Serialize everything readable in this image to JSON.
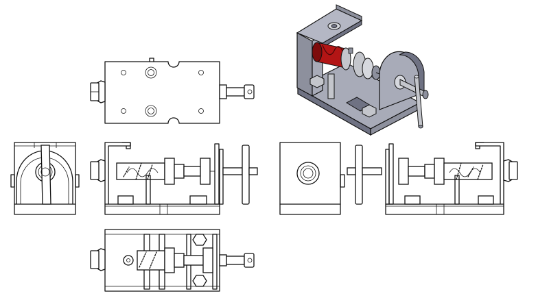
{
  "sheet": {
    "views": [
      "top-view",
      "left-side-view",
      "front-view",
      "rear-side-view",
      "back-view",
      "bottom-view",
      "isometric-view"
    ]
  },
  "colors": {
    "line": "#111111",
    "background": "#ffffff",
    "bracket_shade": "#a8abb8",
    "bracket_dark": "#6f7283",
    "rod_red": "#b31515",
    "rod_red_dark": "#7d0c0c",
    "metal": "#c4c6cc",
    "metal_dark": "#8d9099"
  }
}
